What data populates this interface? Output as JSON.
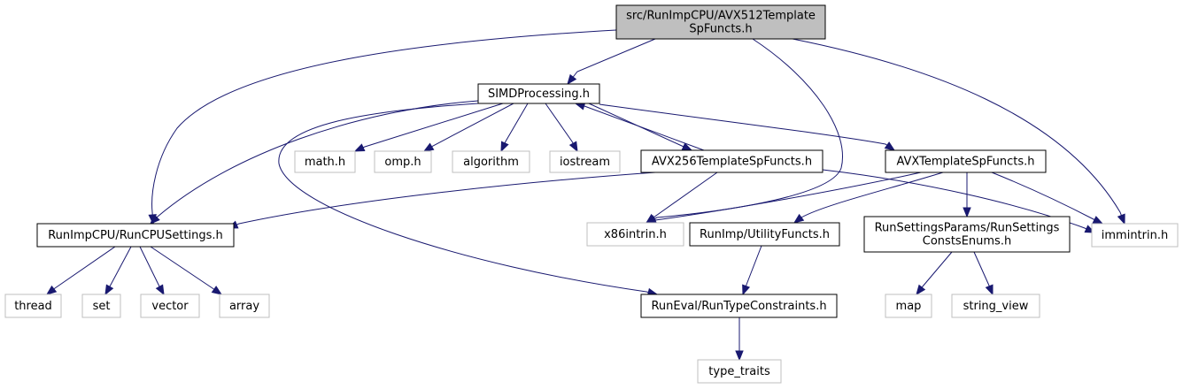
{
  "colors": {
    "root_fill": "#bfbfbf",
    "root_border": "#000000",
    "project_border": "#000000",
    "system_border": "#bfbfbf",
    "system_text": "#404040",
    "edge": "#191970",
    "background": "#ffffff"
  },
  "nodes": {
    "root": {
      "lines": [
        "src/RunImpCPU/AVX512Template",
        "SpFuncts.h"
      ],
      "kind": "root"
    },
    "simd": {
      "lines": [
        "SIMDProcessing.h"
      ],
      "kind": "project"
    },
    "math": {
      "lines": [
        "math.h"
      ],
      "kind": "system"
    },
    "omp": {
      "lines": [
        "omp.h"
      ],
      "kind": "system"
    },
    "algorithm": {
      "lines": [
        "algorithm"
      ],
      "kind": "system"
    },
    "iostream": {
      "lines": [
        "iostream"
      ],
      "kind": "system"
    },
    "avx256": {
      "lines": [
        "AVX256TemplateSpFuncts.h"
      ],
      "kind": "project"
    },
    "avxtemplate": {
      "lines": [
        "AVXTemplateSpFuncts.h"
      ],
      "kind": "project"
    },
    "runcpu": {
      "lines": [
        "RunImpCPU/RunCPUSettings.h"
      ],
      "kind": "project"
    },
    "x86": {
      "lines": [
        "x86intrin.h"
      ],
      "kind": "system"
    },
    "utility": {
      "lines": [
        "RunImp/UtilityFuncts.h"
      ],
      "kind": "project"
    },
    "settings": {
      "lines": [
        "RunSettingsParams/RunSettings",
        "ConstsEnums.h"
      ],
      "kind": "project"
    },
    "immintrin": {
      "lines": [
        "immintrin.h"
      ],
      "kind": "system"
    },
    "thread": {
      "lines": [
        "thread"
      ],
      "kind": "system"
    },
    "set": {
      "lines": [
        "set"
      ],
      "kind": "system"
    },
    "vector": {
      "lines": [
        "vector"
      ],
      "kind": "system"
    },
    "array": {
      "lines": [
        "array"
      ],
      "kind": "system"
    },
    "typeconstraints": {
      "lines": [
        "RunEval/RunTypeConstraints.h"
      ],
      "kind": "project"
    },
    "map": {
      "lines": [
        "map"
      ],
      "kind": "system"
    },
    "string_view": {
      "lines": [
        "string_view"
      ],
      "kind": "system"
    },
    "type_traits": {
      "lines": [
        "type_traits"
      ],
      "kind": "system"
    }
  },
  "edges": [
    {
      "from": "root",
      "to": "simd"
    },
    {
      "from": "root",
      "to": "runcpu"
    },
    {
      "from": "root",
      "to": "x86"
    },
    {
      "from": "root",
      "to": "immintrin"
    },
    {
      "from": "simd",
      "to": "math"
    },
    {
      "from": "simd",
      "to": "omp"
    },
    {
      "from": "simd",
      "to": "algorithm"
    },
    {
      "from": "simd",
      "to": "iostream"
    },
    {
      "from": "simd",
      "to": "avx256"
    },
    {
      "from": "simd",
      "to": "avxtemplate"
    },
    {
      "from": "simd",
      "to": "runcpu"
    },
    {
      "from": "simd",
      "to": "typeconstraints"
    },
    {
      "from": "avx256",
      "to": "simd"
    },
    {
      "from": "avx256",
      "to": "runcpu"
    },
    {
      "from": "avx256",
      "to": "x86"
    },
    {
      "from": "avx256",
      "to": "immintrin"
    },
    {
      "from": "avxtemplate",
      "to": "x86"
    },
    {
      "from": "avxtemplate",
      "to": "utility"
    },
    {
      "from": "avxtemplate",
      "to": "settings"
    },
    {
      "from": "avxtemplate",
      "to": "immintrin"
    },
    {
      "from": "runcpu",
      "to": "thread"
    },
    {
      "from": "runcpu",
      "to": "set"
    },
    {
      "from": "runcpu",
      "to": "vector"
    },
    {
      "from": "runcpu",
      "to": "array"
    },
    {
      "from": "utility",
      "to": "typeconstraints"
    },
    {
      "from": "settings",
      "to": "map"
    },
    {
      "from": "settings",
      "to": "string_view"
    },
    {
      "from": "typeconstraints",
      "to": "type_traits"
    }
  ]
}
